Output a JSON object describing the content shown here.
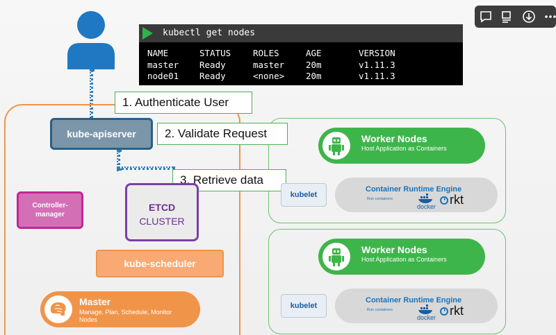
{
  "toolbar": {
    "icons": [
      "comment-icon",
      "notes-icon",
      "download-icon"
    ]
  },
  "terminal": {
    "command": "kubectl get nodes",
    "headers": [
      "NAME",
      "STATUS",
      "ROLES",
      "AGE",
      "VERSION"
    ],
    "rows": [
      [
        "master",
        "Ready",
        "master",
        "20m",
        "v1.11.3"
      ],
      [
        "node01",
        "Ready",
        "<none>",
        "20m",
        "v1.11.3"
      ]
    ]
  },
  "steps": {
    "step1": "1. Authenticate User",
    "step2": "2. Validate Request",
    "step3": "3. Retrieve data"
  },
  "master": {
    "apiserver": "kube-apiserver",
    "controller_manager": "Controller-manager",
    "etcd_title": "ETCD",
    "etcd_sub": "CLUSTER",
    "scheduler": "kube-scheduler",
    "title": "Master",
    "subtitle": "Manage, Plan, Schedule, Monitor Nodes"
  },
  "workers": [
    {
      "title": "Worker Nodes",
      "subtitle": "Host Application as Containers",
      "kubelet": "kubelet",
      "runtime_title": "Container Runtime Engine",
      "runtime_sub": "Run containers",
      "docker": "docker",
      "rkt": "rkt"
    },
    {
      "title": "Worker Nodes",
      "subtitle": "Host Application as Containers",
      "kubelet": "kubelet",
      "runtime_title": "Container Runtime Engine",
      "runtime_sub": "Run containers",
      "docker": "docker",
      "rkt": "rkt"
    }
  ],
  "colors": {
    "master_orange": "#f0944a",
    "worker_green": "#3eb54a",
    "api_blue": "#2b5f86",
    "etcd_purple": "#7b3fa3",
    "ctrl_magenta": "#c32496"
  }
}
